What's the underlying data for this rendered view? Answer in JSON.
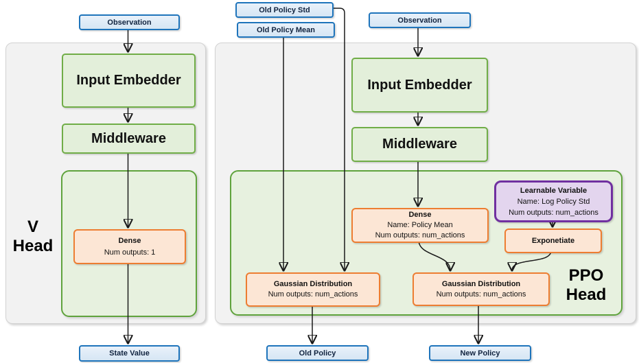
{
  "diagram": {
    "type": "neural-network-architecture",
    "colors": {
      "blue_fill": "#d9e7f5",
      "blue_border": "#1e74bb",
      "green_fill": "#e3efda",
      "green_border": "#70ad47",
      "green_container_fill": "#e7f1df",
      "green_container_border": "#5fa33c",
      "orange_fill": "#fce6d5",
      "orange_border": "#ed7d31",
      "purple_fill": "#e3d5ee",
      "purple_border": "#7030a0",
      "gray_fill": "#f2f2f2",
      "gray_border": "#d2d2d2",
      "edge": "#1a1a1a"
    },
    "v_head": {
      "label_line1": "V",
      "label_line2": "Head",
      "observation": "Observation",
      "input_embedder": "Input Embedder",
      "middleware": "Middleware",
      "dense": {
        "title": "Dense",
        "num_outputs": "Num outputs: 1"
      },
      "state_value": "State Value"
    },
    "ppo_head": {
      "label_line1": "PPO",
      "label_line2": "Head",
      "old_policy_std": "Old Policy Std",
      "old_policy_mean": "Old Policy Mean",
      "observation": "Observation",
      "input_embedder": "Input Embedder",
      "middleware": "Middleware",
      "dense": {
        "title": "Dense",
        "name": "Name: Policy Mean",
        "num_outputs": "Num outputs: num_actions"
      },
      "learnable_variable": {
        "title": "Learnable Variable",
        "name": "Name: Log Policy Std",
        "num_outputs": "Num outputs: num_actions"
      },
      "exponetiate": "Exponetiate",
      "gaussian_old": {
        "title": "Gaussian Distribution",
        "num_outputs": "Num outputs: num_actions"
      },
      "gaussian_new": {
        "title": "Gaussian Distribution",
        "num_outputs": "Num outputs: num_actions"
      },
      "old_policy": "Old Policy",
      "new_policy": "New Policy"
    },
    "edges": [
      {
        "from": "observation-left",
        "to": "input-embedder-left"
      },
      {
        "from": "input-embedder-left",
        "to": "middleware-left"
      },
      {
        "from": "middleware-left",
        "to": "dense-v"
      },
      {
        "from": "dense-v",
        "to": "state-value"
      },
      {
        "from": "observation-right",
        "to": "input-embedder-right"
      },
      {
        "from": "input-embedder-right",
        "to": "middleware-right"
      },
      {
        "from": "middleware-right",
        "to": "dense-policy-mean"
      },
      {
        "from": "dense-policy-mean",
        "to": "gaussian-distribution-new"
      },
      {
        "from": "learnable-variable",
        "to": "exponetiate"
      },
      {
        "from": "exponetiate",
        "to": "gaussian-distribution-new"
      },
      {
        "from": "old-policy-mean",
        "to": "gaussian-distribution-old"
      },
      {
        "from": "old-policy-std",
        "to": "gaussian-distribution-old"
      },
      {
        "from": "gaussian-distribution-old",
        "to": "old-policy"
      },
      {
        "from": "gaussian-distribution-new",
        "to": "new-policy"
      }
    ]
  }
}
